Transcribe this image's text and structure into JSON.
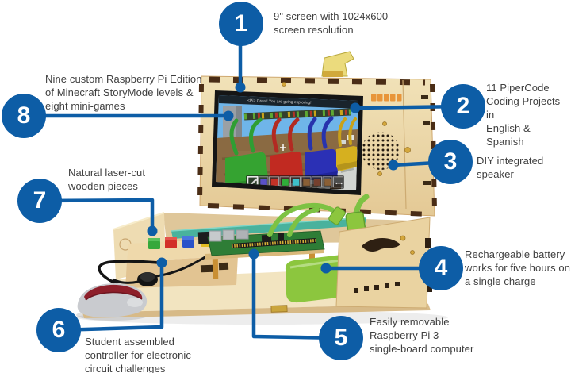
{
  "colors": {
    "accent": "#0d5da6",
    "label_text": "#3f3f3f",
    "wood_light": "#f1e2b8",
    "wood_mid": "#e4c995",
    "wood_notch_dark": "#4a2d16",
    "battery_green": "#8cc63e",
    "cable_green": "#7dc243",
    "acrylic_teal": "#2fae9e",
    "screen_sky_blue": "#6fb5e9",
    "screen_ground_brown": "#8a6a42",
    "mouse_red": "#8e1f2a",
    "logo_orange": "#e8953a"
  },
  "callouts": [
    {
      "number": "1",
      "label": "9\" screen with 1024x600\nscreen resolution"
    },
    {
      "number": "2",
      "label": "11 PiperCode\nCoding Projects in\nEnglish & Spanish"
    },
    {
      "number": "3",
      "label": "DIY integrated\nspeaker"
    },
    {
      "number": "4",
      "label": "Rechargeable battery\nworks for five hours on\na single charge"
    },
    {
      "number": "5",
      "label": "Easily removable\nRaspberry Pi 3\nsingle-board computer"
    },
    {
      "number": "6",
      "label": "Student assembled\ncontroller for electronic\ncircuit challenges"
    },
    {
      "number": "7",
      "label": "Natural laser-cut\nwooden pieces"
    },
    {
      "number": "8",
      "label": "Nine custom Raspberry Pi Edition\nof Minecraft StoryMode levels &\neight mini-games"
    }
  ],
  "screen": {
    "chat_text": "<Pi> Great! You are going exploring!"
  }
}
